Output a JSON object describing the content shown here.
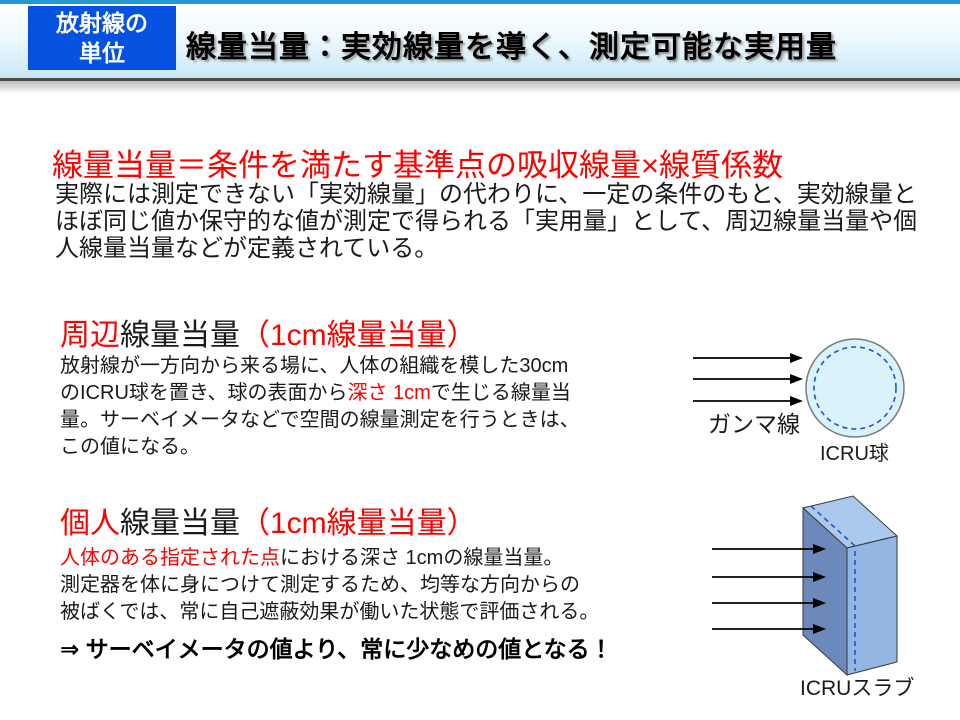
{
  "slide": {
    "badge_line1": "放射線の",
    "badge_line2": "単位",
    "title": "線量当量：実効線量を導く、測定可能な実用量"
  },
  "intro": {
    "heading": "線量当量＝条件を満たす基準点の吸収線量×線質係数",
    "line1": "実際には測定できない「実効線量」の代わりに、一定の条件のもと、実効線量と",
    "line2": "ほぼ同じ値か保守的な値が測定で得られる「実用量」として、周辺線量当量や個",
    "line3": "人線量当量などが定義されている。"
  },
  "ambient": {
    "heading_part1_red": "周辺",
    "heading_part2_black": "線量当量",
    "heading_part3_red": "（1cm線量当量）",
    "line1": "放射線が一方向から来る場に、人体の組織を模した30cm",
    "line2a": "のICRU球を置き、球の表面から",
    "line2b_red": "深さ 1cm",
    "line2c": "で生じる線量当",
    "line3": "量。サーベイメータなどで空間の線量測定を行うときは、",
    "line4": "この値になる。",
    "beam_label": "ガンマ線",
    "phantom_label": "ICRU球"
  },
  "personal": {
    "heading_part1_red": "個人",
    "heading_part2_black": "線量当量",
    "heading_part3_red": "（1cm線量当量）",
    "line1a_red": "人体のある指定された点",
    "line1b": "における深さ 1cmの線量当量。",
    "line2": "測定器を体に身につけて測定するため、均等な方向からの",
    "line3": "被ばくでは、常に自己遮蔽効果が働いた状態で評価される。",
    "line4_bold": "⇒ サーベイメータの値より、常に少なめの値となる！",
    "phantom_label": "ICRUスラブ"
  },
  "colors": {
    "accent_red": "#ff0000",
    "badge_blue": "#0551e0",
    "top_strip_blue": "#2496d2",
    "header_gradient_bottom": "#c9e8f6",
    "sphere_fill": "#d9f2fb",
    "dashed_blue": "#1a56c8",
    "slab_front": "#6b89ba",
    "slab_top": "#abc9ec",
    "slab_side": "#94b6e2"
  }
}
